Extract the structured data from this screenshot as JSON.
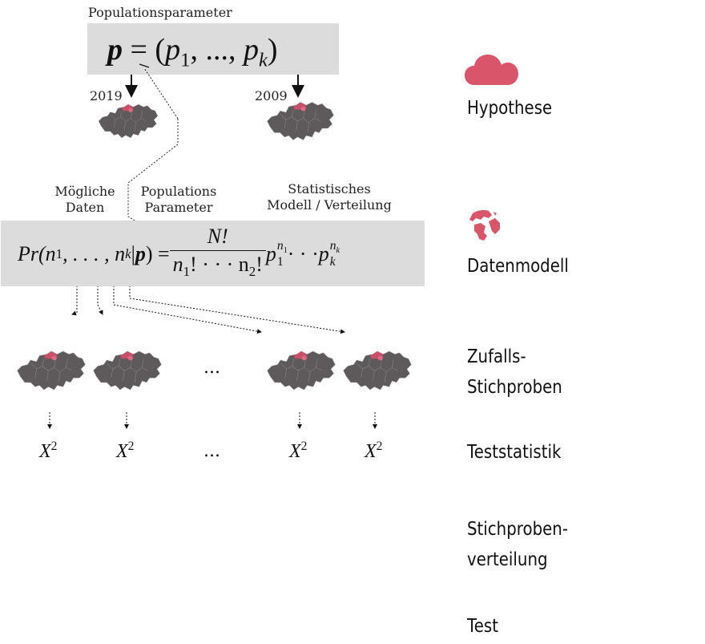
{
  "header": {
    "population_label": "Populationsparameter",
    "year_left": "2019",
    "year_right": "2009"
  },
  "formula_top": {
    "lhs": "p",
    "eq": " = (",
    "p1": "p",
    "s1": "1",
    "mid": ", ..., ",
    "pk": "p",
    "sk": "k",
    "close": ")"
  },
  "labels": {
    "possible_data_1": "Mögliche",
    "possible_data_2": "Daten",
    "population_params_1": "Populations",
    "population_params_2": "Parameter",
    "statistical_model_1": "Statistisches",
    "statistical_model_2": "Modell / Verteilung"
  },
  "formula_model": {
    "lhs": "Pr(n",
    "s1": "1",
    "a": ", . . . , n",
    "sk": "k",
    "bar": "|",
    "p": "p",
    "eq": ") = ",
    "num": "N!",
    "den_a": "n",
    "den_s1": "1",
    "den_b": "! · · · n",
    "den_s2": "2",
    "den_c": "!",
    "t1": "p",
    "t1_sub": "1",
    "t1_sup": "n",
    "t1_supsub": "1",
    "cdots": " · · · ",
    "tk": "p",
    "tk_sub": "k",
    "tk_sup": "n",
    "tk_supsub": "k"
  },
  "samples": {
    "ellipsis": "...",
    "stat_symbol": "X",
    "stat_power": "2",
    "stat_ellipsis": "..."
  },
  "steps": [
    {
      "icon": "cloud-icon",
      "label": "Hypothese"
    },
    {
      "icon": "globe-icon",
      "label": "Datenmodell"
    },
    {
      "icon": "",
      "label": "Zufalls-"
    },
    {
      "icon": "",
      "label": "Stichproben"
    },
    {
      "icon": "",
      "label": "Teststatistik"
    },
    {
      "icon": "",
      "label": "Stichproben-"
    },
    {
      "icon": "",
      "label": "verteilung"
    },
    {
      "icon": "",
      "label": "Test"
    }
  ],
  "colors": {
    "accent": "#d9566a",
    "map_fill": "#5e5a5b",
    "map_highlight": "#c8506a",
    "box_bg": "#dcdcdc"
  }
}
